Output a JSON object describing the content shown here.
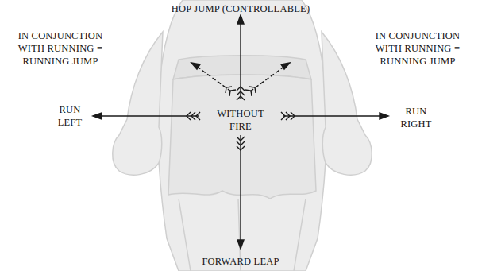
{
  "diagram": {
    "labels": [
      "HOP JUMP (CONTROLLABLE)",
      "IN CONJUNCTION WITH RUNNING = RUNNING JUMP",
      "IN CONJUNCTION WITH RUNNING = RUNNING JUMP",
      "RUN LEFT",
      "WITHOUT FIRE",
      "RUN RIGHT",
      "FORWARD LEAP"
    ]
  }
}
